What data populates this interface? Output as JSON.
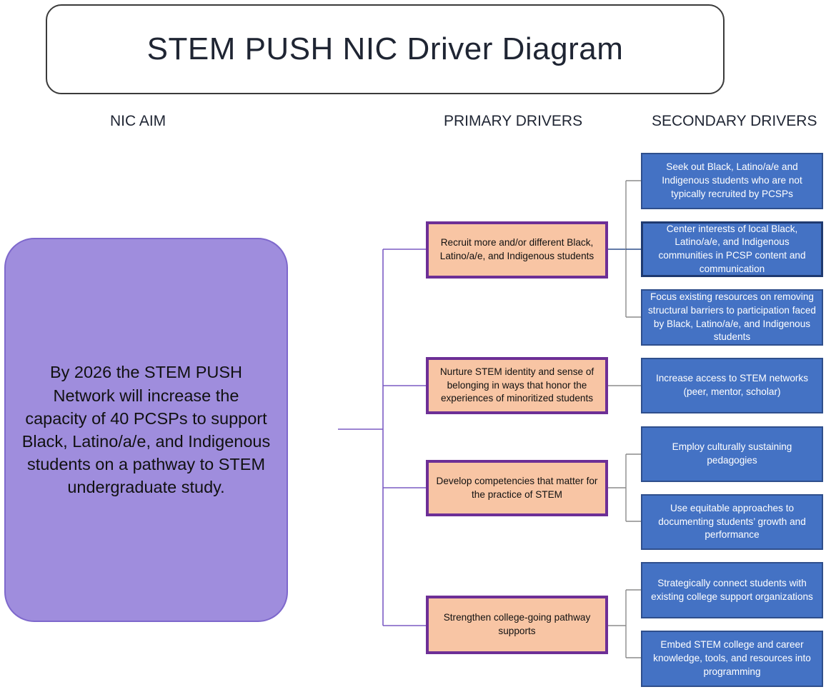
{
  "title": "STEM PUSH NIC Driver Diagram",
  "headers": {
    "aim": "NIC AIM",
    "primary": "PRIMARY DRIVERS",
    "secondary": "SECONDARY DRIVERS"
  },
  "aim": "By 2026 the STEM PUSH Network will increase the capacity of 40 PCSPs to support Black, Latino/a/e, and Indigenous students on a pathway to STEM undergraduate study.",
  "primary_drivers": [
    {
      "label": "Recruit more and/or different Black, Latino/a/e, and Indigenous students"
    },
    {
      "label": "Nurture STEM identity and sense of belonging in ways that honor the experiences of minoritized students"
    },
    {
      "label": "Develop competencies that matter for the practice of STEM"
    },
    {
      "label": "Strengthen college-going pathway supports"
    }
  ],
  "secondary_drivers": [
    {
      "label": "Seek out Black, Latino/a/e and Indigenous students who are not typically recruited by PCSPs",
      "primary": 0
    },
    {
      "label": "Center interests of local Black, Latino/a/e, and Indigenous  communities in PCSP content and communication",
      "primary": 0
    },
    {
      "label": "Focus existing resources on removing structural barriers to participation faced by Black, Latino/a/e, and Indigenous students",
      "primary": 0
    },
    {
      "label": "Increase access to STEM networks (peer, mentor, scholar)",
      "primary": 1
    },
    {
      "label": "Employ culturally sustaining pedagogies",
      "primary": 2
    },
    {
      "label": "Use equitable approaches to documenting students’ growth and performance",
      "primary": 2
    },
    {
      "label": "Strategically connect students with existing college support organizations",
      "primary": 3
    },
    {
      "label": "Embed STEM college and career knowledge, tools, and resources into programming",
      "primary": 3
    }
  ],
  "colors": {
    "aim_fill": "#9f8ddd",
    "primary_fill": "#f8c5a4",
    "primary_border": "#6d2f96",
    "secondary_fill": "#4472c4",
    "connector_purple": "#7b5cc4",
    "connector_gray": "#8c8c8c"
  }
}
